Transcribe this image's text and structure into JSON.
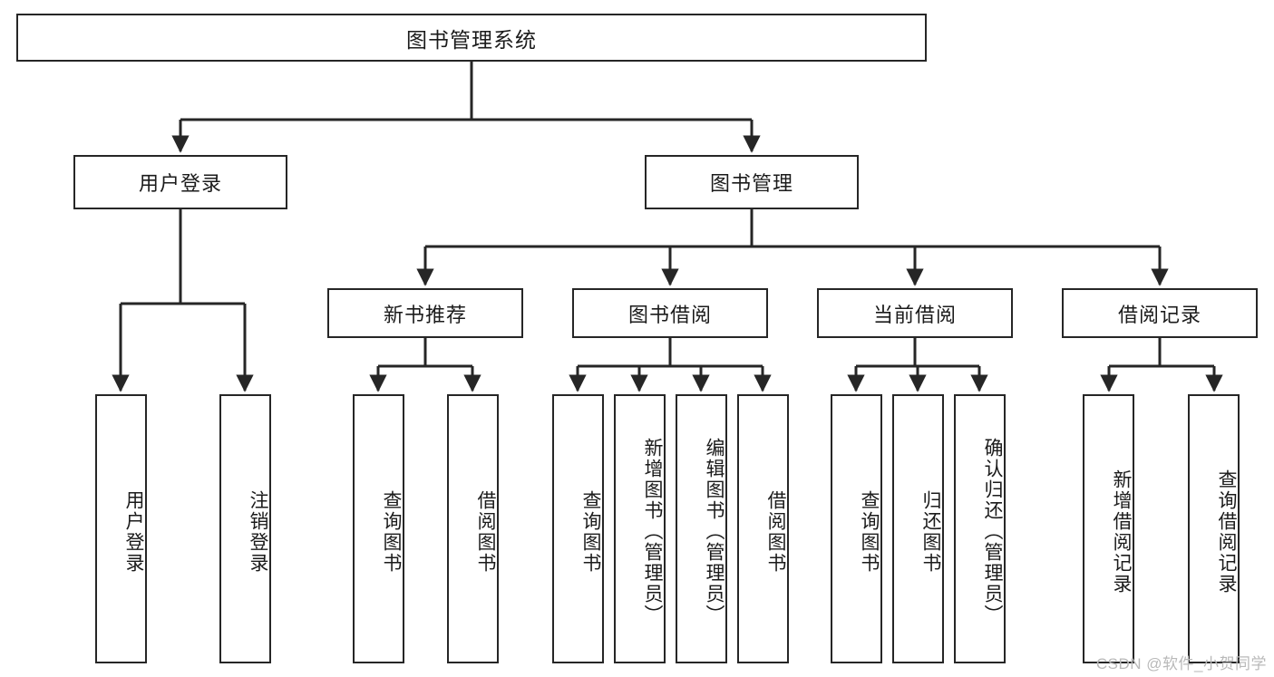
{
  "diagram": {
    "title": "图书管理系统",
    "type": "functional-structure-tree",
    "colors": {
      "box_border": "#262626",
      "box_fill": "#ffffff",
      "edge": "#262626",
      "text": "#1b1b1b",
      "watermark": "#b9b9b9",
      "background": "#ffffff"
    },
    "root": {
      "label": "图书管理系统"
    },
    "level2": [
      {
        "label": "用户登录"
      },
      {
        "label": "图书管理"
      }
    ],
    "level3": [
      {
        "label": "新书推荐"
      },
      {
        "label": "图书借阅"
      },
      {
        "label": "当前借阅"
      },
      {
        "label": "借阅记录"
      }
    ],
    "leaves": {
      "user_login": [
        {
          "label": "用户登录"
        },
        {
          "label": "注销登录"
        }
      ],
      "new_book_recommend": [
        {
          "label": "查询图书"
        },
        {
          "label": "借阅图书"
        }
      ],
      "book_borrow": [
        {
          "label": "查询图书"
        },
        {
          "label": "新增图书（管理员）"
        },
        {
          "label": "编辑图书（管理员）"
        },
        {
          "label": "借阅图书"
        }
      ],
      "current_borrow": [
        {
          "label": "查询图书"
        },
        {
          "label": "归还图书"
        },
        {
          "label": "确认归还（管理员）"
        }
      ],
      "borrow_record": [
        {
          "label": "新增借阅记录"
        },
        {
          "label": "查询借阅记录"
        }
      ]
    }
  },
  "watermark": {
    "text": "CSDN @软件_小贺同学"
  }
}
